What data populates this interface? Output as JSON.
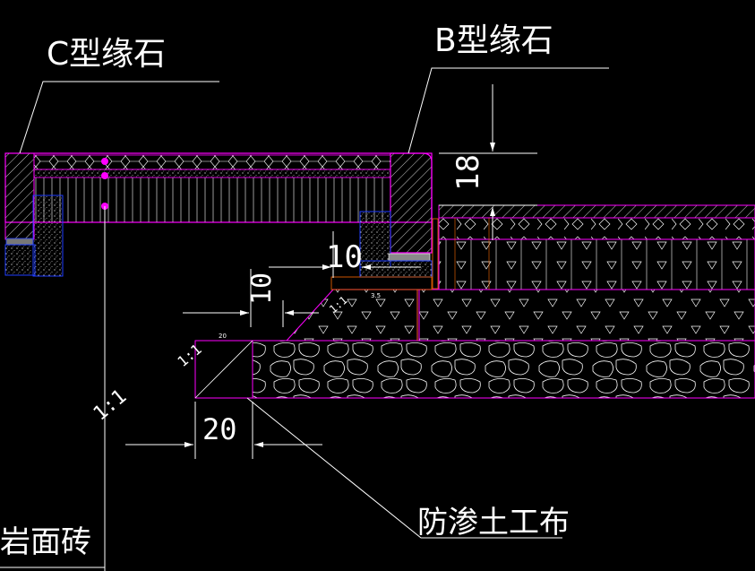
{
  "labels": {
    "c_curb": "C型缘石",
    "b_curb": "B型缘石",
    "membrane": "防渗土工布",
    "paving": "岩面砖"
  },
  "dimensions": {
    "d18": "18",
    "d10_top": "10",
    "d10_left": "10",
    "d20": "20",
    "d35": "3.5",
    "d20_small": "20",
    "d1_1a": "1:1",
    "d1_1b": "1:1",
    "d1_1c": "1:1"
  },
  "colors": {
    "background": "#000000",
    "outline": "#ff00ff",
    "lines": "#ffffff",
    "dimension_orange": "#ff6a00",
    "blue": "#1e3cff",
    "grid": "#5a5a5a"
  }
}
